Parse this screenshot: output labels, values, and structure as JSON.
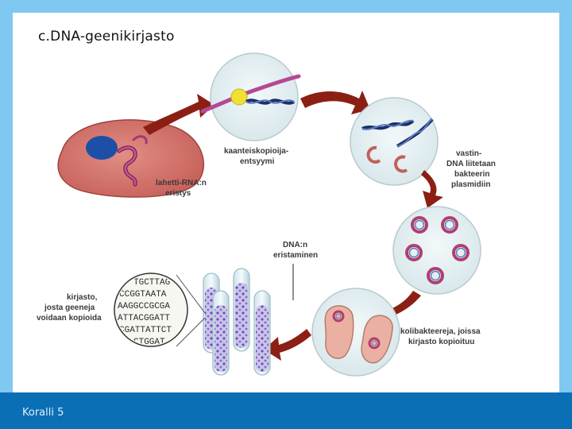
{
  "slide": {
    "title": "c.DNA-geenikirjasto",
    "footer": "Koralli 5"
  },
  "diagram": {
    "labels": {
      "isolation": [
        "lahetti-RNA:n",
        "eristys"
      ],
      "reverse_transcriptase": [
        "kaanteiskopioija-",
        "entsyymi"
      ],
      "insertion": [
        "vastin-",
        "DNA liitetaan",
        "bakteerin",
        "plasmidiin"
      ],
      "dna_isolation": [
        "DNA:n",
        "eristaminen"
      ],
      "bacteria": [
        "kolibakteereja, joissa",
        "kirjasto kopioituu"
      ],
      "library": [
        "kirjasto,",
        "josta geeneja",
        "voidaan kopioida"
      ]
    },
    "sequence_lines": [
      "TGCTTAG",
      "CCGGTAATA",
      "AAGGCCGCGA",
      "ATTACGGATT",
      "CGATTATTCT",
      "CTGGAT"
    ],
    "colors": {
      "arrow": "#8c1f14",
      "cell": "#d97a73",
      "nucleus": "#1d4fa8",
      "circle_fill": "#e6f1f3",
      "plasmid_outer": "#b0406d",
      "plasmid_inner": "#5a79c0"
    }
  }
}
